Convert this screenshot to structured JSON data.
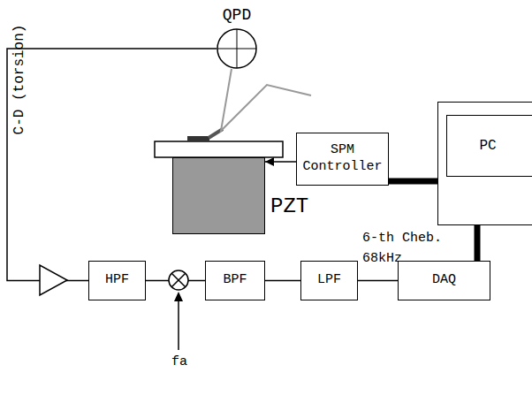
{
  "diagram": {
    "nodes": [
      {
        "text": [
          "QPD"
        ]
      },
      {
        "text": [
          "PC"
        ]
      },
      {
        "text": [
          "SPM Controller"
        ]
      },
      {
        "text": [
          "PZT"
        ]
      },
      {
        "text": [
          "HPF"
        ]
      },
      {
        "text": [
          "BPF"
        ]
      },
      {
        "text": [
          "LPF"
        ]
      },
      {
        "text": [
          "DAQ"
        ]
      }
    ],
    "edges": [
      {
        "from": 0,
        "to": 4,
        "arrow": "none"
      },
      {
        "from": 2,
        "to": 3,
        "arrow": "to"
      },
      {
        "from": 2,
        "to": 1,
        "arrow": "none"
      },
      {
        "from": 4,
        "to": 5,
        "arrow": "none"
      },
      {
        "from": 5,
        "to": 6,
        "arrow": "none"
      },
      {
        "from": 6,
        "to": 7,
        "arrow": "none"
      },
      {
        "from": 1,
        "to": 7,
        "arrow": "none"
      }
    ],
    "labels": [
      "C-D (torsion)",
      "6-th Cheb. 68kHz",
      "fa"
    ]
  }
}
